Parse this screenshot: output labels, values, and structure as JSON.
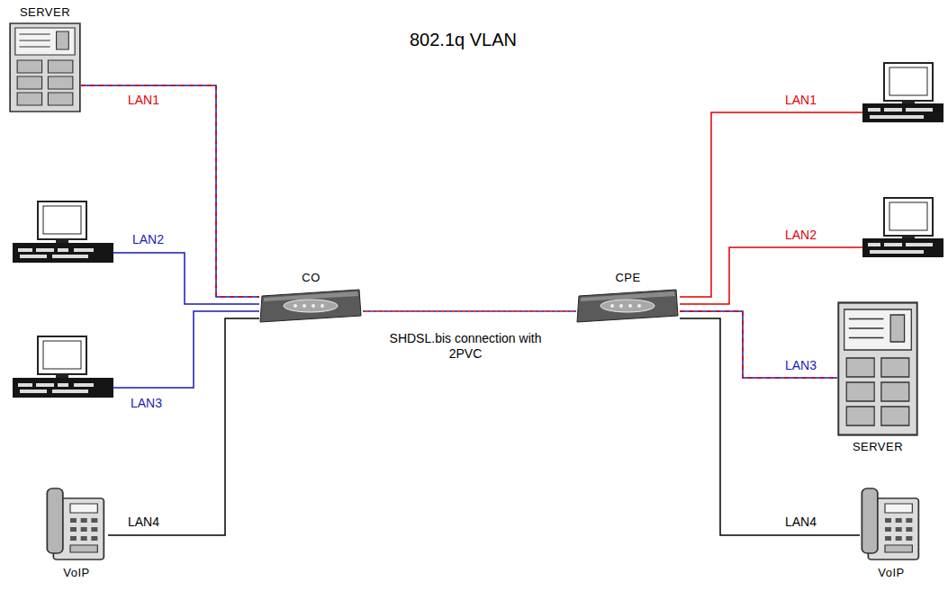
{
  "diagram": {
    "title": "802.1q VLAN",
    "nodes": [
      {
        "text": [
          "SERVER"
        ]
      },
      {
        "text": [
          "CO"
        ]
      },
      {
        "text": [
          "CPE"
        ]
      },
      {
        "text": [
          "SERVER"
        ]
      },
      {
        "text": [
          "VoIP"
        ]
      },
      {
        "text": [
          "VoIP"
        ]
      }
    ],
    "edges": [
      {
        "from": 0,
        "to": 1,
        "arrow": "none",
        "label": "LAN1"
      },
      {
        "from": 4,
        "to": 1,
        "arrow": "none",
        "label": "LAN4"
      },
      {
        "from": 1,
        "to": 2,
        "arrow": "none",
        "label": "SHDSL.bis connection with 2PVC"
      },
      {
        "from": 2,
        "to": 3,
        "arrow": "none",
        "label": "LAN3"
      },
      {
        "from": 2,
        "to": 5,
        "arrow": "none",
        "label": "LAN4"
      }
    ],
    "labels": [
      "LAN2",
      "LAN3",
      "LAN1",
      "LAN2"
    ]
  }
}
